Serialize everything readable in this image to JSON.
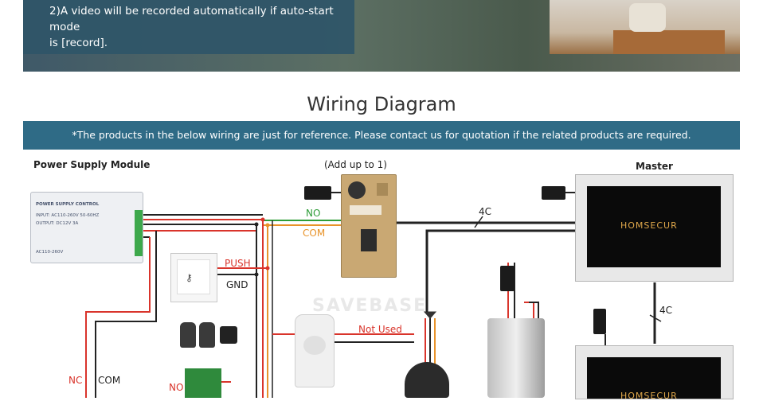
{
  "banner": {
    "line1": "2)A video will be recorded automatically if auto-start mode",
    "line2": "is [record]."
  },
  "title": "Wiring Diagram",
  "notice": "*The products in the below wiring are just for reference. Please contact us for quotation if the related products are required.",
  "labels": {
    "power_supply": "Power Supply Module",
    "add_up": "(Add up to 1)",
    "master": "Master",
    "no": "NO",
    "com": "COM",
    "four_c_top": "4C",
    "four_c_right": "4C",
    "push": "PUSH",
    "gnd": "GND",
    "not_used": "Not Used",
    "nc": "NC",
    "com_bottom": "COM",
    "no_bottom": "NO",
    "watermark": "SAVEBASE"
  },
  "devices": {
    "psu_title": "POWER SUPPLY CONTROL",
    "psu_input": "INPUT: AC110-260V 50-60HZ",
    "psu_output": "OUTPUT: DC12V 3A",
    "psu_ac": "AC110-260V",
    "monitor_brand_top": "HOMSECUR",
    "monitor_brand_bottom": "HOMSECUR"
  },
  "colors": {
    "banner": "#2f5568",
    "notice_bar": "#2f6b86",
    "wire_red": "#d9342b",
    "wire_green": "#2e9d38",
    "wire_orange": "#e8932a",
    "wire_black": "#222222"
  }
}
